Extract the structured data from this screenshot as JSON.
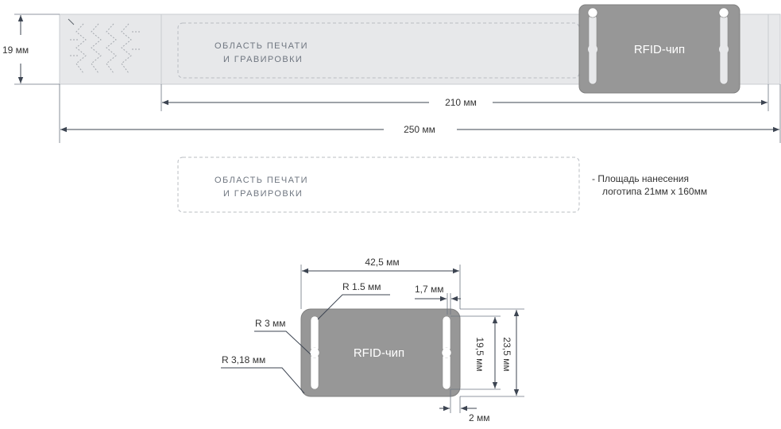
{
  "colors": {
    "band": "#e7e8ea",
    "band_edge": "#c9ccd0",
    "chip": "#979797",
    "chip_edge": "#7f7f7f",
    "line": "#3d4552",
    "dashed": "#b8bcc2"
  },
  "band": {
    "height_label": "19 мм",
    "print_area_line1": "ОБЛАСТЬ ПЕЧАТИ",
    "print_area_line2": "И ГРАВИРОВКИ",
    "chip_label": "RFID-чип",
    "length_210_label": "210 мм",
    "length_250_label": "250 мм"
  },
  "print_area": {
    "line1": "ОБЛАСТЬ ПЕЧАТИ",
    "line2": "И ГРАВИРОВКИ",
    "note_line1": "-  Площадь нанесения",
    "note_line2": "логотипа 21мм х 160мм"
  },
  "chip_detail": {
    "label": "RFID-чип",
    "width_label": "42,5 мм",
    "r15_label": "R 1.5 мм",
    "slot_width_label": "1,7 мм",
    "r3_label": "R 3 мм",
    "r318_label": "R 3,18 мм",
    "inner_height_label": "19,5 мм",
    "outer_height_label": "23,5 мм",
    "edge_label": "2 мм"
  }
}
